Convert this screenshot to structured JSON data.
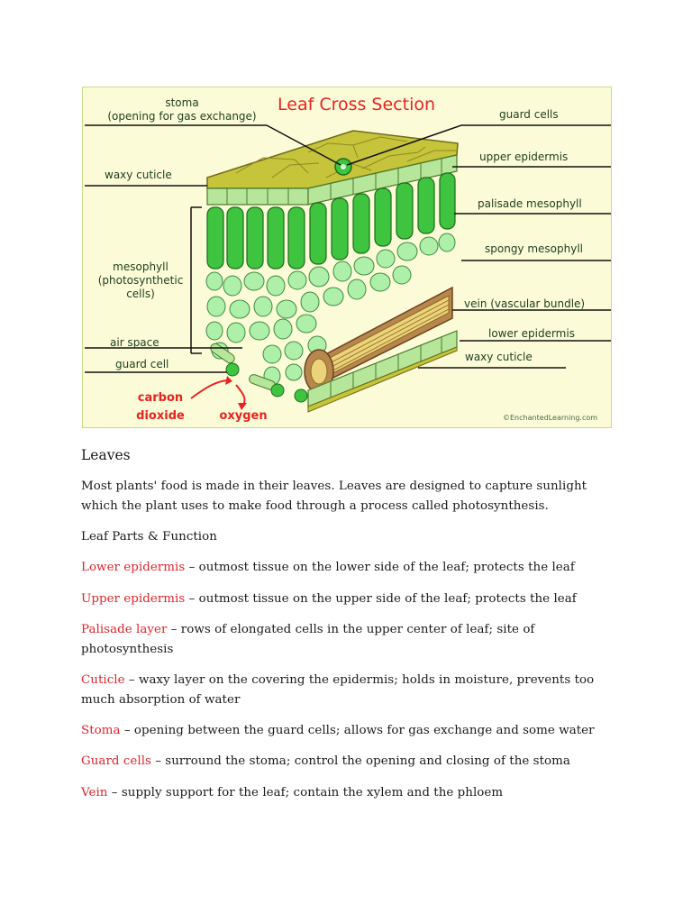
{
  "figure": {
    "title": "Leaf Cross Section",
    "labels": {
      "stoma_line1": "stoma",
      "stoma_line2": "(opening for gas exchange)",
      "waxy_cuticle_top": "waxy cuticle",
      "mesophyll_line1": "mesophyll",
      "mesophyll_line2": "(photosynthetic",
      "mesophyll_line3": "cells)",
      "air_space": "air space",
      "guard_cell": "guard cell",
      "guard_cells": "guard cells",
      "upper_epidermis": "upper epidermis",
      "palisade_mesophyll": "palisade mesophyll",
      "spongy_mesophyll": "spongy mesophyll",
      "vein": "vein (vascular bundle)",
      "lower_epidermis": "lower epidermis",
      "waxy_cuticle_bottom": "waxy cuticle",
      "carbon_line1": "carbon",
      "carbon_line2": "dioxide",
      "oxygen": "oxygen",
      "credit": "©EnchantedLearning.com"
    },
    "colors": {
      "title_red": "#e8231f",
      "cuticle_yellow": "#c6c43a",
      "epidermis_green": "#b5e69a",
      "palisade_green": "#3fc43f",
      "spongy_green": "#aef0a9",
      "vein_brown": "#b8874e",
      "xylem_yellow": "#ecd27a",
      "label_text": "#1f3d1f",
      "arrow_red": "#e8231f"
    }
  },
  "document": {
    "heading": "Leaves",
    "intro": "Most plants' food is made in their leaves. Leaves are designed to capture sunlight which the plant uses to make food through a process called photosynthesis.",
    "subheading": "Leaf Parts & Function",
    "items": [
      {
        "term": "Lower epidermis",
        "desc": " – outmost tissue on the lower side of the leaf; protects the leaf"
      },
      {
        "term": "Upper epidermis",
        "desc": " – outmost tissue on the upper side of the leaf; protects the leaf"
      },
      {
        "term": "Palisade layer",
        "desc": " – rows of elongated cells in the upper center of leaf; site of photosynthesis"
      },
      {
        "term": "Cuticle",
        "desc": " – waxy layer on the covering the epidermis; holds in moisture, prevents too much absorption of water"
      },
      {
        "term": "Stoma",
        "desc": " – opening between the guard cells; allows for gas exchange and some water"
      },
      {
        "term": "Guard cells",
        "desc": " – surround the stoma; control the opening and closing of the stoma"
      },
      {
        "term": "Vein",
        "desc": " – supply support for the leaf; contain the xylem and the phloem"
      }
    ]
  }
}
